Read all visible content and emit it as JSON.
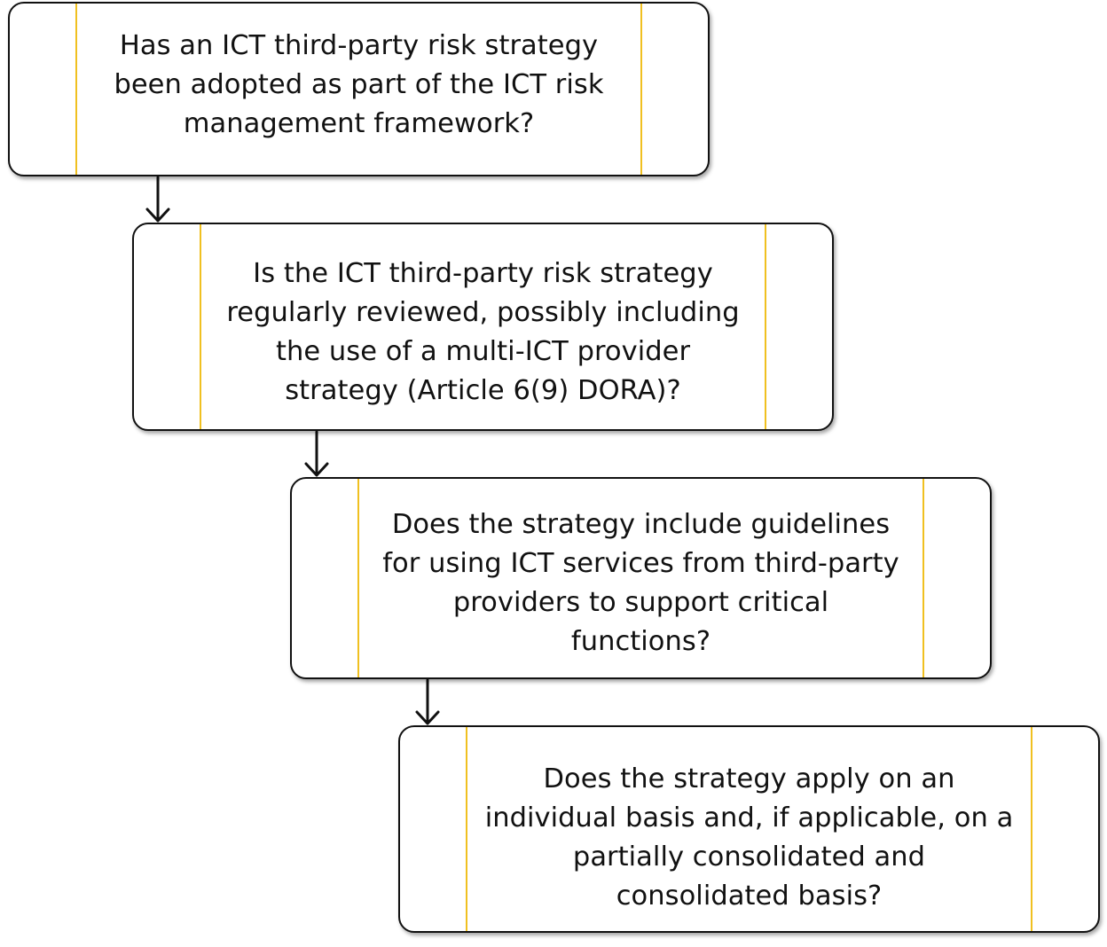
{
  "steps": [
    {
      "lines": [
        "Has an ICT third-party risk strategy",
        "been adopted as part of the ICT risk",
        "management framework?"
      ]
    },
    {
      "lines": [
        "Is the ICT third-party risk strategy",
        "regularly reviewed, possibly including",
        "the use of a multi-ICT provider",
        "strategy (Article 6(9) DORA)?"
      ]
    },
    {
      "lines": [
        "Does the strategy include guidelines",
        "for using ICT services from third-party",
        "providers to support critical",
        "functions?"
      ]
    },
    {
      "lines": [
        "Does the strategy apply on an",
        "individual basis and, if applicable, on a",
        "partially consolidated and",
        "consolidated basis?"
      ]
    }
  ],
  "colors": {
    "accent_stripe": "#f0c020",
    "border": "#111111",
    "text": "#111111"
  }
}
